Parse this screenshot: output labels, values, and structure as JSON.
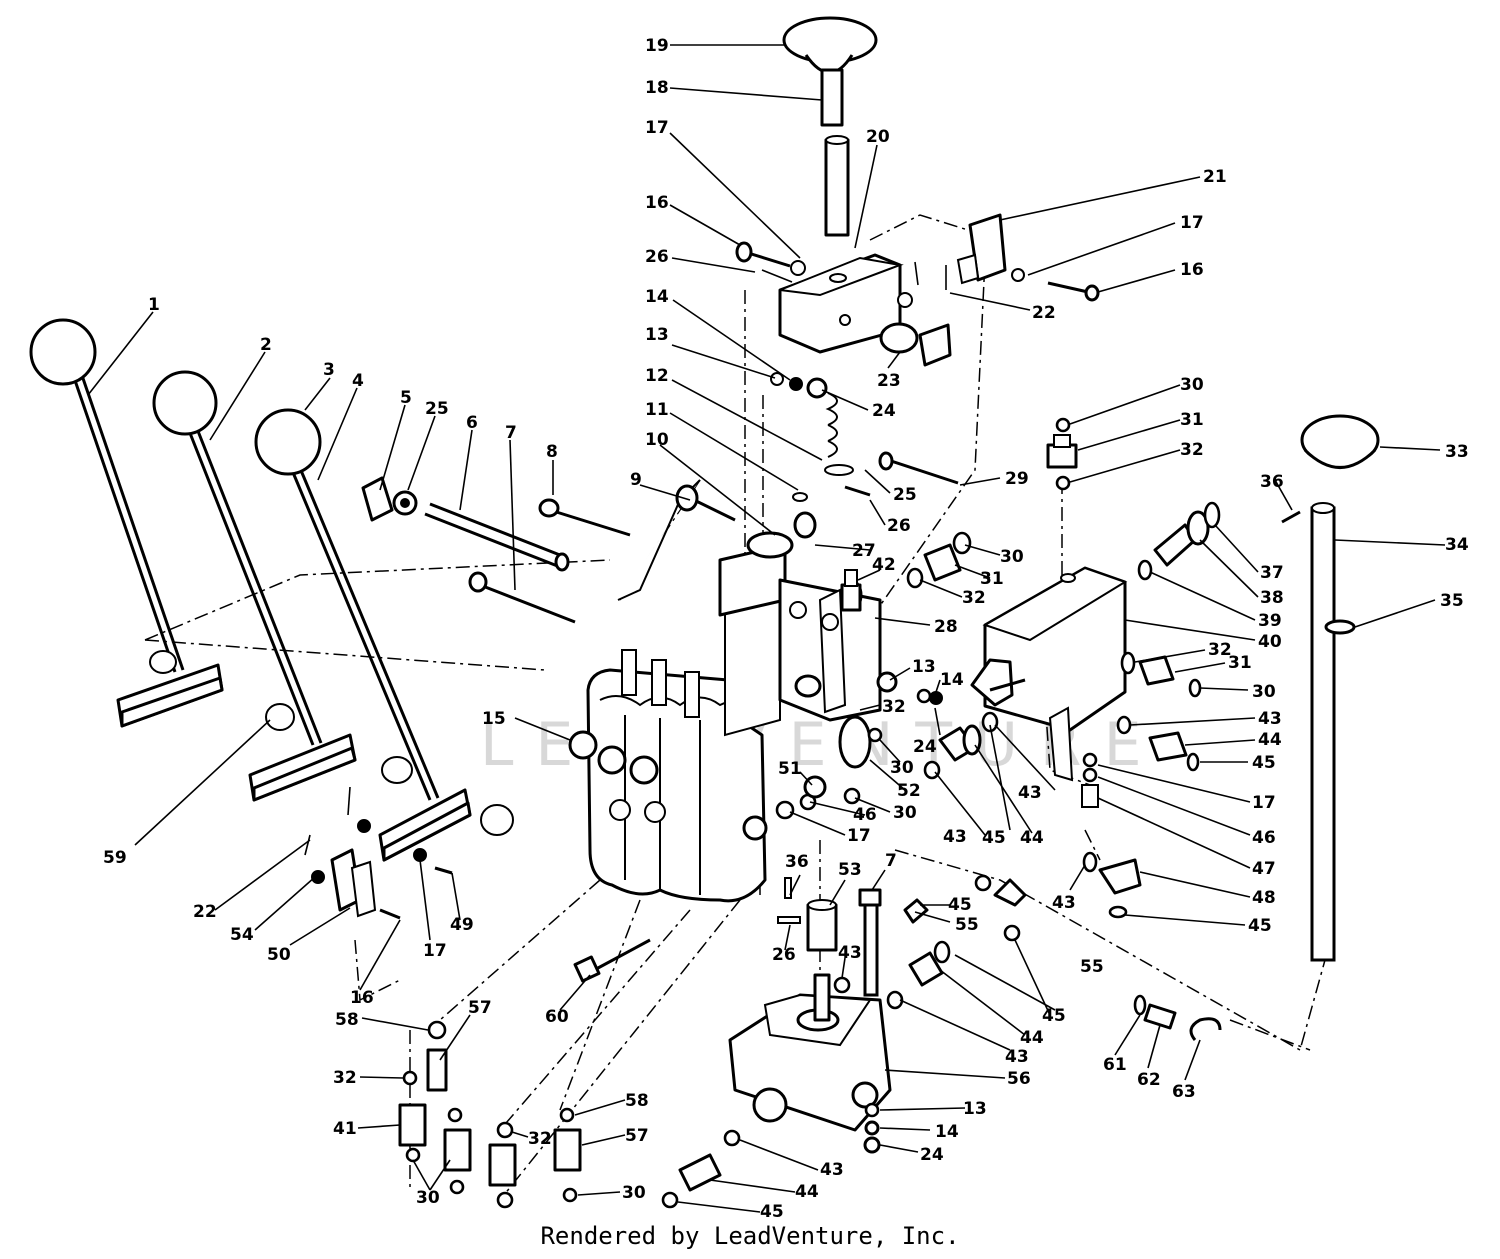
{
  "footer": {
    "text": "Rendered by LeadVenture, Inc."
  },
  "watermark": {
    "text": "LEADVENTURE"
  },
  "diagram": {
    "callouts": [
      {
        "n": "1"
      },
      {
        "n": "2"
      },
      {
        "n": "3"
      },
      {
        "n": "4"
      },
      {
        "n": "5"
      },
      {
        "n": "25"
      },
      {
        "n": "6"
      },
      {
        "n": "7"
      },
      {
        "n": "8"
      },
      {
        "n": "9"
      },
      {
        "n": "10"
      },
      {
        "n": "11"
      },
      {
        "n": "12"
      },
      {
        "n": "13"
      },
      {
        "n": "14"
      },
      {
        "n": "26"
      },
      {
        "n": "16"
      },
      {
        "n": "17"
      },
      {
        "n": "18"
      },
      {
        "n": "19"
      },
      {
        "n": "20"
      },
      {
        "n": "21"
      },
      {
        "n": "17"
      },
      {
        "n": "16"
      },
      {
        "n": "22"
      },
      {
        "n": "23"
      },
      {
        "n": "24"
      },
      {
        "n": "25"
      },
      {
        "n": "26"
      },
      {
        "n": "29"
      },
      {
        "n": "30"
      },
      {
        "n": "31"
      },
      {
        "n": "32"
      },
      {
        "n": "33"
      },
      {
        "n": "36"
      },
      {
        "n": "34"
      },
      {
        "n": "35"
      },
      {
        "n": "37"
      },
      {
        "n": "38"
      },
      {
        "n": "39"
      },
      {
        "n": "40"
      },
      {
        "n": "32"
      },
      {
        "n": "31"
      },
      {
        "n": "30"
      },
      {
        "n": "43"
      },
      {
        "n": "44"
      },
      {
        "n": "45"
      },
      {
        "n": "17"
      },
      {
        "n": "46"
      },
      {
        "n": "47"
      },
      {
        "n": "48"
      },
      {
        "n": "45"
      },
      {
        "n": "43"
      },
      {
        "n": "27"
      },
      {
        "n": "42"
      },
      {
        "n": "30"
      },
      {
        "n": "31"
      },
      {
        "n": "32"
      },
      {
        "n": "28"
      },
      {
        "n": "13"
      },
      {
        "n": "14"
      },
      {
        "n": "32"
      },
      {
        "n": "24"
      },
      {
        "n": "30"
      },
      {
        "n": "52"
      },
      {
        "n": "30"
      },
      {
        "n": "51"
      },
      {
        "n": "46"
      },
      {
        "n": "17"
      },
      {
        "n": "43"
      },
      {
        "n": "45"
      },
      {
        "n": "44"
      },
      {
        "n": "43"
      },
      {
        "n": "15"
      },
      {
        "n": "59"
      },
      {
        "n": "22"
      },
      {
        "n": "54"
      },
      {
        "n": "50"
      },
      {
        "n": "17"
      },
      {
        "n": "49"
      },
      {
        "n": "16"
      },
      {
        "n": "36"
      },
      {
        "n": "53"
      },
      {
        "n": "26"
      },
      {
        "n": "7"
      },
      {
        "n": "45"
      },
      {
        "n": "55"
      },
      {
        "n": "43"
      },
      {
        "n": "55"
      },
      {
        "n": "45"
      },
      {
        "n": "44"
      },
      {
        "n": "43"
      },
      {
        "n": "56"
      },
      {
        "n": "13"
      },
      {
        "n": "14"
      },
      {
        "n": "24"
      },
      {
        "n": "60"
      },
      {
        "n": "58"
      },
      {
        "n": "57"
      },
      {
        "n": "32"
      },
      {
        "n": "41"
      },
      {
        "n": "30"
      },
      {
        "n": "32"
      },
      {
        "n": "58"
      },
      {
        "n": "57"
      },
      {
        "n": "30"
      },
      {
        "n": "43"
      },
      {
        "n": "44"
      },
      {
        "n": "45"
      },
      {
        "n": "61"
      },
      {
        "n": "62"
      },
      {
        "n": "63"
      }
    ]
  }
}
